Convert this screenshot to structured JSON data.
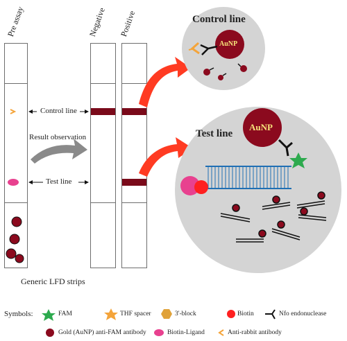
{
  "strips": {
    "pre_assay": "Pre assay",
    "negative": "Negative",
    "positive": "Positive",
    "caption": "Generic LFD strips"
  },
  "labels": {
    "control_line": "Control line",
    "test_line": "Test line",
    "result_observation": "Result observation"
  },
  "zoom": {
    "control_title": "Control line",
    "test_title": "Test line",
    "aunp": "AuNP"
  },
  "legend": {
    "title": "Symbols:",
    "fam": "FAM",
    "thf": "THF spacer",
    "block": "3'-block",
    "biotin": "Biotin",
    "nfo": "Nfo endonuclease",
    "gold": "Gold (AuNP) anti-FAM antibody",
    "biotin_ligand": "Biotin-Ligand",
    "anti_rabbit": "Anti-rabbit antibody"
  },
  "colors": {
    "band": "#7a0a1a",
    "aunp": "#8b0a1e",
    "circle_bg": "#d4d4d4",
    "arrow_red": "#ff3b22",
    "fam": "#2daa4e",
    "thf": "#f4a43a",
    "biotin": "#ff2020",
    "biotin_ligand": "#e8418f"
  }
}
